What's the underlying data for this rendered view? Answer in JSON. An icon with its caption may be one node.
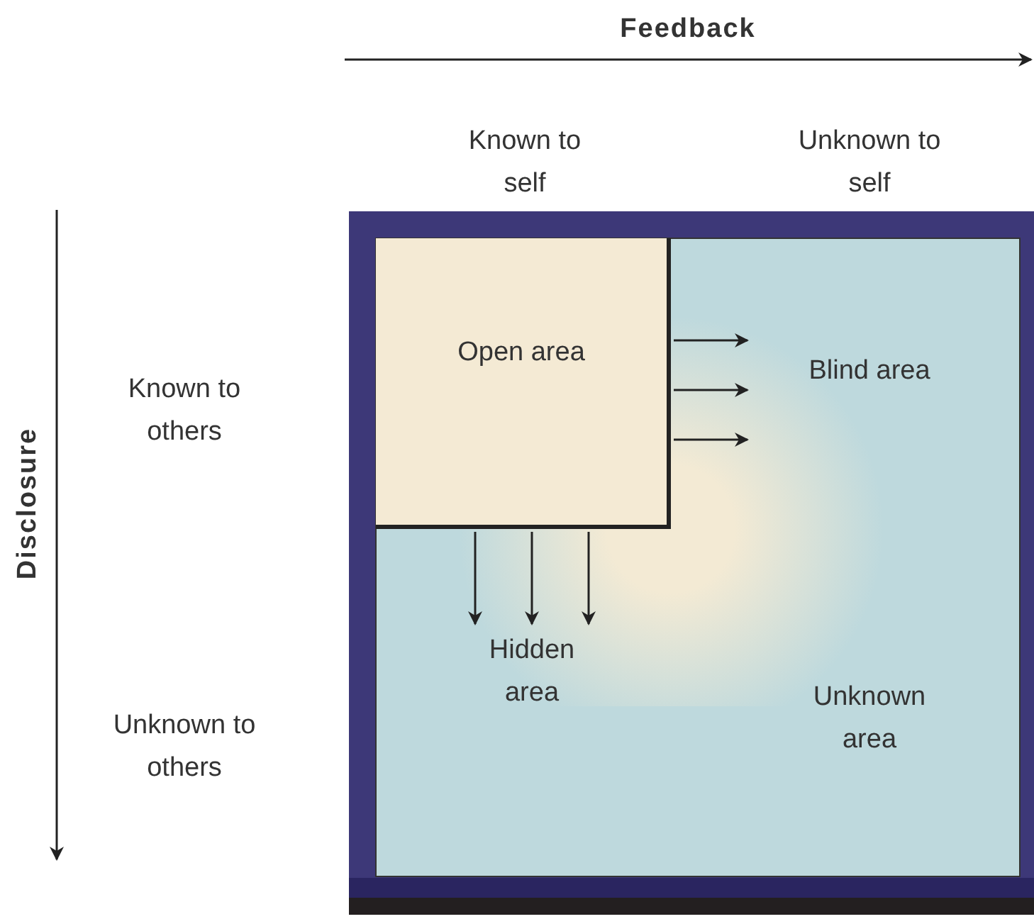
{
  "diagram": {
    "nodes": [
      {
        "text": [
          "Open area"
        ]
      },
      {
        "text": [
          "Blind area"
        ]
      },
      {
        "text": [
          "Hidden area"
        ]
      },
      {
        "text": [
          "Unknown area"
        ]
      }
    ],
    "edges": [
      {
        "from": 0,
        "to": 1,
        "arrow": "to"
      },
      {
        "from": 0,
        "to": 1,
        "arrow": "to"
      },
      {
        "from": 0,
        "to": 1,
        "arrow": "to"
      },
      {
        "from": 0,
        "to": 2,
        "arrow": "to"
      },
      {
        "from": 0,
        "to": 2,
        "arrow": "to"
      },
      {
        "from": 0,
        "to": 2,
        "arrow": "to"
      }
    ],
    "labels": [
      "Feedback",
      "Known to self",
      "Unknown to self",
      "Known to others",
      "Disclosure",
      "Unknown to others"
    ]
  }
}
